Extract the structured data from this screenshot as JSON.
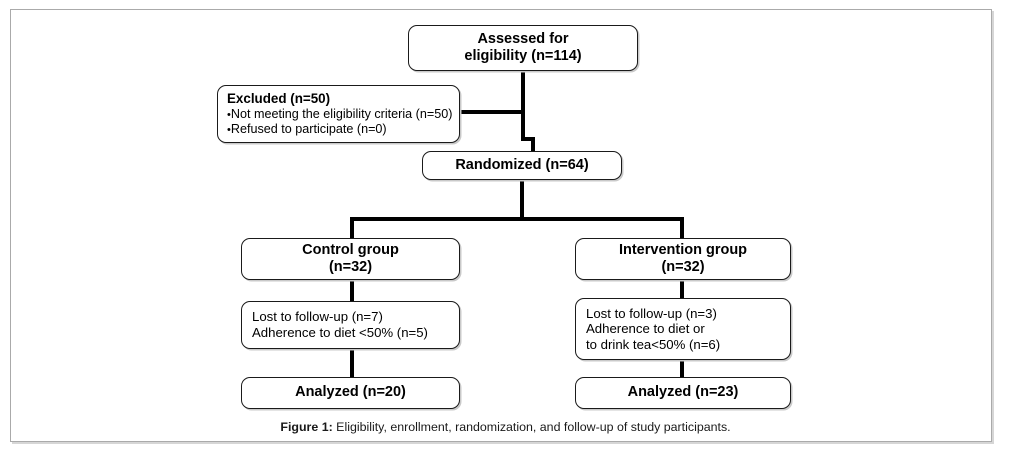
{
  "figure": {
    "type": "consort-flow-diagram",
    "caption_label": "Figure 1:",
    "caption_text": " Eligibility, enrollment, randomization, and follow-up of study participants."
  },
  "nodes": {
    "assessed": {
      "line1": "Assessed for",
      "line2": "eligibility (n=114)"
    },
    "excluded": {
      "header": "Excluded (n=50)",
      "bullet1_dot": "•",
      "bullet1": "Not meeting the eligibility criteria (n=50)",
      "bullet2_dot": "•",
      "bullet2": "Refused to participate (n=0)"
    },
    "randomized": {
      "line1": "Randomized (n=64)"
    },
    "control": {
      "line1": "Control group",
      "line2": "(n=32)"
    },
    "intervention": {
      "line1": "Intervention group",
      "line2": "(n=32)"
    },
    "control_followup": {
      "line1": "Lost to follow-up (n=7)",
      "line2": "Adherence to diet <50% (n=5)"
    },
    "intervention_followup": {
      "line1": "Lost to follow-up (n=3)",
      "line2": "Adherence to diet or",
      "line3": "to drink tea<50% (n=6)"
    },
    "control_analyzed": {
      "line1": "Analyzed (n=20)"
    },
    "intervention_analyzed": {
      "line1": "Analyzed (n=23)"
    }
  },
  "chart_data": {
    "type": "diagram",
    "title": "Eligibility, enrollment, randomization, and follow-up of study participants",
    "flow": [
      {
        "stage": "Enrollment",
        "label": "Assessed for eligibility",
        "n": 114
      },
      {
        "stage": "Enrollment",
        "label": "Excluded",
        "n": 50,
        "reasons": [
          {
            "label": "Not meeting the eligibility criteria",
            "n": 50
          },
          {
            "label": "Refused to participate",
            "n": 0
          }
        ]
      },
      {
        "stage": "Randomization",
        "label": "Randomized",
        "n": 64
      },
      {
        "stage": "Allocation",
        "arm": "Control group",
        "n": 32
      },
      {
        "stage": "Allocation",
        "arm": "Intervention group",
        "n": 32
      },
      {
        "stage": "Follow-up",
        "arm": "Control group",
        "losses": [
          {
            "label": "Lost to follow-up",
            "n": 7
          },
          {
            "label": "Adherence to diet <50%",
            "n": 5
          }
        ]
      },
      {
        "stage": "Follow-up",
        "arm": "Intervention group",
        "losses": [
          {
            "label": "Lost to follow-up",
            "n": 3
          },
          {
            "label": "Adherence to diet or to drink tea<50%",
            "n": 6
          }
        ]
      },
      {
        "stage": "Analysis",
        "arm": "Control group",
        "label": "Analyzed",
        "n": 20
      },
      {
        "stage": "Analysis",
        "arm": "Intervention group",
        "label": "Analyzed",
        "n": 23
      }
    ]
  },
  "colors": {
    "stroke": "#1a1a1a",
    "text": "#000000",
    "frame": "#aaaaaa",
    "background": "#ffffff"
  }
}
